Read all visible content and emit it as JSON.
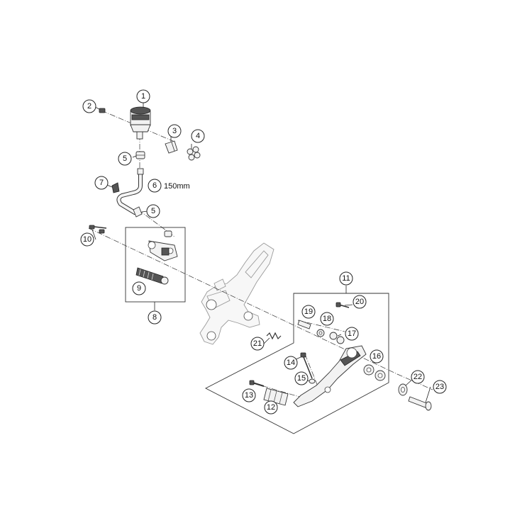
{
  "diagram": {
    "callouts": [
      {
        "id": "c1",
        "label": "1"
      },
      {
        "id": "c2",
        "label": "2"
      },
      {
        "id": "c3",
        "label": "3"
      },
      {
        "id": "c4",
        "label": "4"
      },
      {
        "id": "c5a",
        "label": "5"
      },
      {
        "id": "c5b",
        "label": "5"
      },
      {
        "id": "c6",
        "label": "6"
      },
      {
        "id": "c7",
        "label": "7"
      },
      {
        "id": "c8",
        "label": "8"
      },
      {
        "id": "c9",
        "label": "9"
      },
      {
        "id": "c10",
        "label": "10"
      },
      {
        "id": "c11",
        "label": "11"
      },
      {
        "id": "c12",
        "label": "12"
      },
      {
        "id": "c13",
        "label": "13"
      },
      {
        "id": "c14",
        "label": "14"
      },
      {
        "id": "c15",
        "label": "15"
      },
      {
        "id": "c16",
        "label": "16"
      },
      {
        "id": "c17",
        "label": "17"
      },
      {
        "id": "c18",
        "label": "18"
      },
      {
        "id": "c19",
        "label": "19"
      },
      {
        "id": "c20",
        "label": "20"
      },
      {
        "id": "c21",
        "label": "21"
      },
      {
        "id": "c22",
        "label": "22"
      },
      {
        "id": "c23",
        "label": "23"
      }
    ],
    "hose_length": "150mm"
  }
}
